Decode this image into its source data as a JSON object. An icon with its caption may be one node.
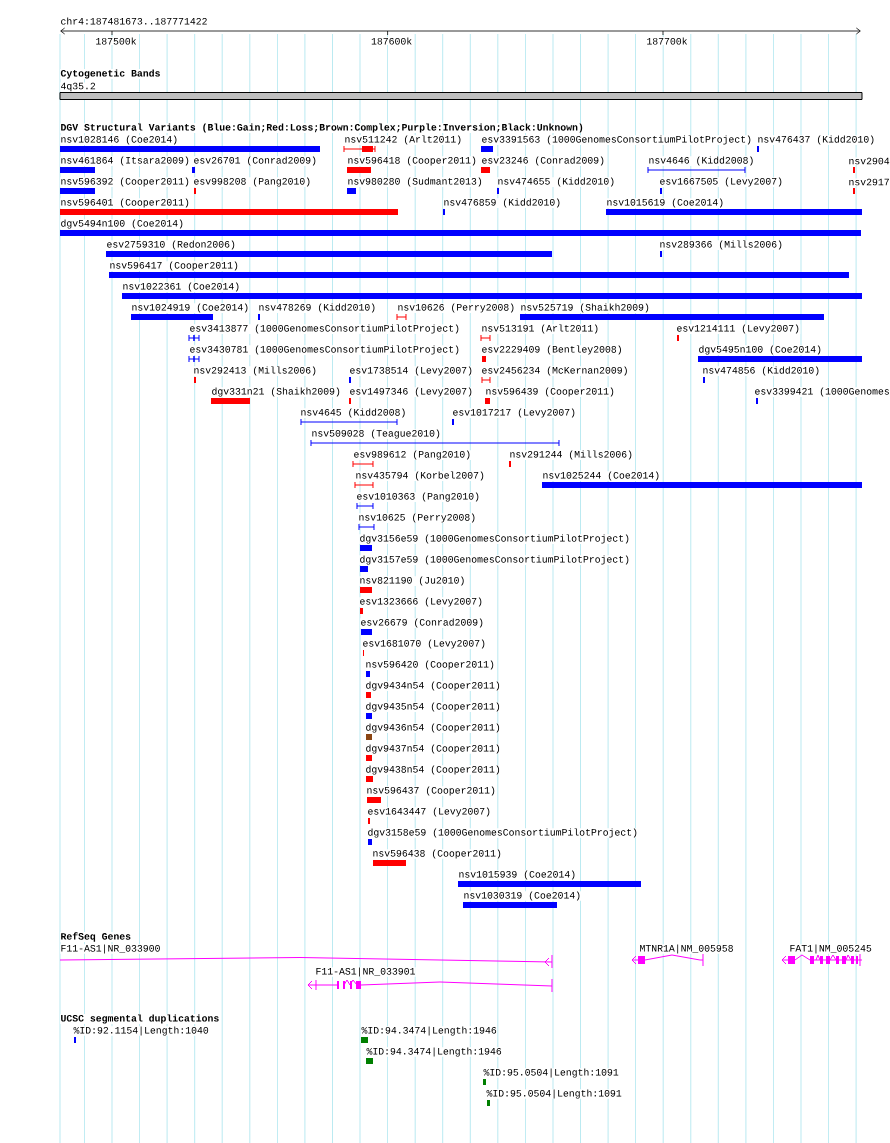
{
  "diagram": {
    "labels": [
      "chr4:187481673..187771422",
      "187500k",
      "187600k",
      "187700k",
      "Cytogenetic Bands",
      "4q35.2",
      "DGV Structural Variants (Blue:Gain;Red:Loss;Brown:Complex;Purple:Inversion;Black:Unknown)",
      "nsv1028146 (Coe2014)",
      "nsv511242 (Arlt2011)",
      "esv3391563 (1000GenomesConsortiumPilotProject)",
      "nsv476437 (Kidd2010)",
      "nsv461864 (Itsara2009)",
      "esv26701 (Conrad2009)",
      "nsv596418 (Cooper2011)",
      "esv23246 (Conrad2009)",
      "nsv4646 (Kidd2008)",
      "nsv2904",
      "nsv596392 (Cooper2011)",
      "esv998208 (Pang2010)",
      "nsv980280 (Sudmant2013)",
      "nsv474655 (Kidd2010)",
      "esv1667505 (Levy2007)",
      "nsv2917",
      "nsv596401 (Cooper2011)",
      "nsv476859 (Kidd2010)",
      "nsv1015619 (Coe2014)",
      "dgv5494n100 (Coe2014)",
      "esv2759310 (Redon2006)",
      "nsv289366 (Mills2006)",
      "nsv596417 (Cooper2011)",
      "nsv1022361 (Coe2014)",
      "nsv1024919 (Coe2014)",
      "nsv478269 (Kidd2010)",
      "nsv10626 (Perry2008)",
      "nsv525719 (Shaikh2009)",
      "esv3413877 (1000GenomesConsortiumPilotProject)",
      "nsv513191 (Arlt2011)",
      "esv1214111 (Levy2007)",
      "esv3430781 (1000GenomesConsortiumPilotProject)",
      "esv2229409 (Bentley2008)",
      "dgv5495n100 (Coe2014)",
      "nsv292413 (Mills2006)",
      "esv1738514 (Levy2007)",
      "esv2456234 (McKernan2009)",
      "nsv474856 (Kidd2010)",
      "dgv331n21 (Shaikh2009)",
      "esv1497346 (Levy2007)",
      "nsv596439 (Cooper2011)",
      "esv3399421 (1000Genomes",
      "nsv4645 (Kidd2008)",
      "esv1017217 (Levy2007)",
      "nsv509028 (Teague2010)",
      "esv989612 (Pang2010)",
      "nsv291244 (Mills2006)",
      "nsv435794 (Korbel2007)",
      "nsv1025244 (Coe2014)",
      "esv1010363 (Pang2010)",
      "nsv10625 (Perry2008)",
      "dgv3156e59 (1000GenomesConsortiumPilotProject)",
      "dgv3157e59 (1000GenomesConsortiumPilotProject)",
      "nsv821190 (Ju2010)",
      "esv1323666 (Levy2007)",
      "esv26679 (Conrad2009)",
      "esv1681070 (Levy2007)",
      "nsv596420 (Cooper2011)",
      "dgv9434n54 (Cooper2011)",
      "dgv9435n54 (Cooper2011)",
      "dgv9436n54 (Cooper2011)",
      "dgv9437n54 (Cooper2011)",
      "dgv9438n54 (Cooper2011)",
      "nsv596437 (Cooper2011)",
      "esv1643447 (Levy2007)",
      "dgv3158e59 (1000GenomesConsortiumPilotProject)",
      "nsv596438 (Cooper2011)",
      "nsv1015939 (Coe2014)",
      "nsv1030319 (Coe2014)",
      "RefSeq Genes",
      "F11-AS1|NR_033900",
      "MTNR1A|NM_005958",
      "FAT1|NM_005245",
      "F11-AS1|NR_033901",
      "UCSC segmental duplications",
      "%ID:92.1154|Length:1040",
      "%ID:94.3474|Length:1946",
      "%ID:94.3474|Length:1946",
      "%ID:95.0504|Length:1091",
      "%ID:95.0504|Length:1091"
    ]
  }
}
